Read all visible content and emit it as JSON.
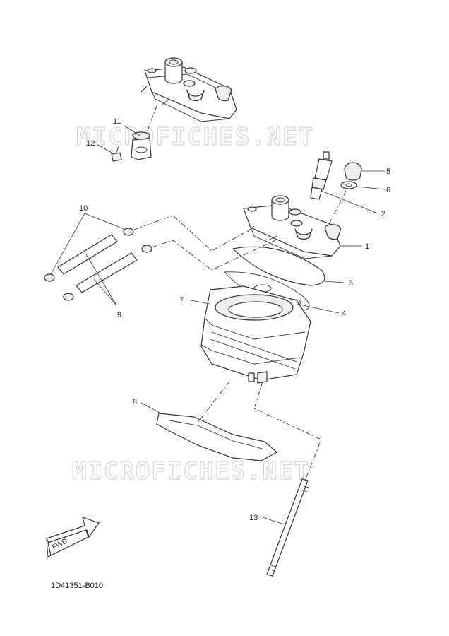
{
  "watermark": {
    "text": "MICROFICHES.NET"
  },
  "diagram_code": "1D41351-B010",
  "fwd_label": "FWD",
  "callouts": [
    "1",
    "2",
    "3",
    "4",
    "5",
    "6",
    "7",
    "8",
    "9",
    "10",
    "11",
    "12",
    "13"
  ]
}
